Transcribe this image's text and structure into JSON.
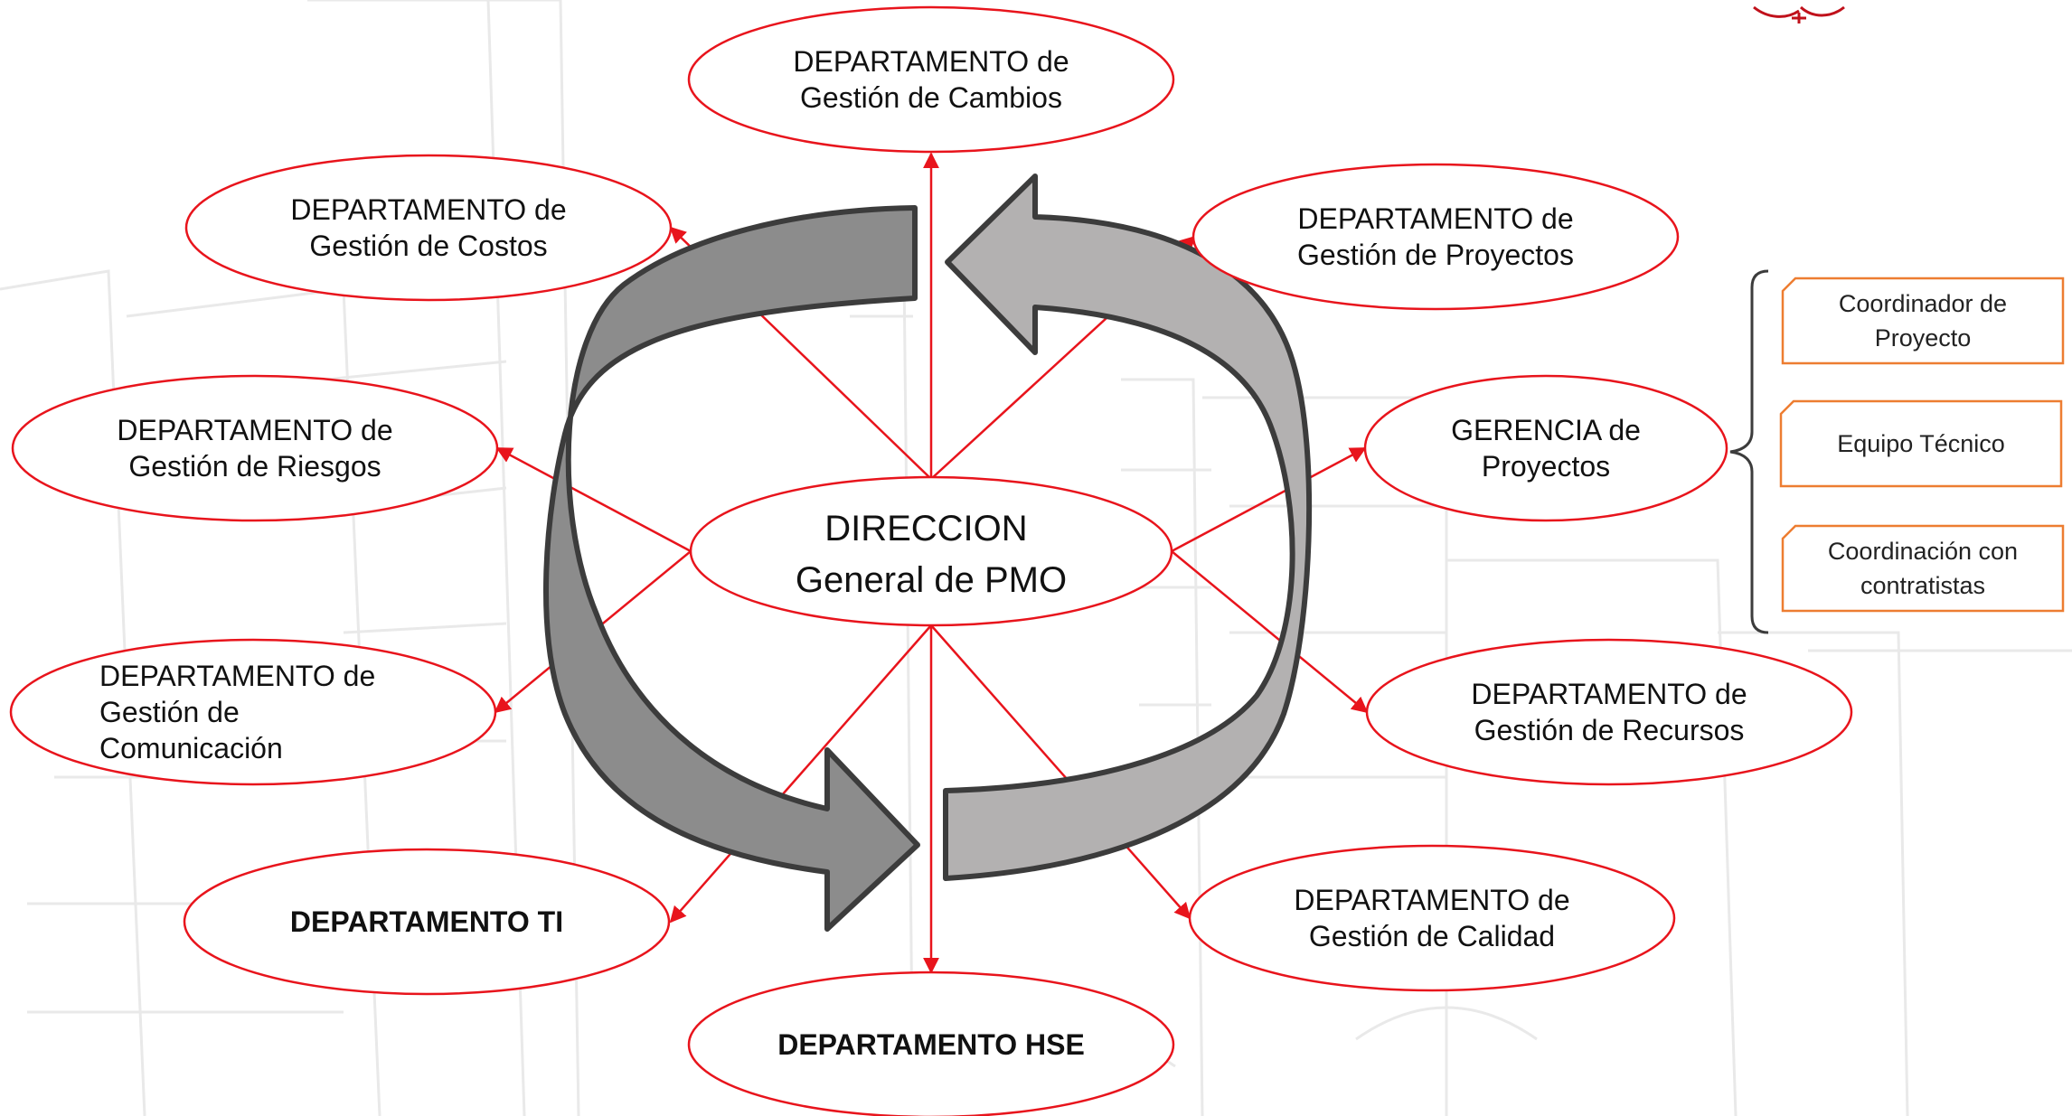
{
  "center": {
    "lines": [
      "DIRECCION",
      "General de PMO"
    ]
  },
  "departments": [
    {
      "id": "cambios",
      "lines": [
        "DEPARTAMENTO de",
        "Gestión de Cambios"
      ],
      "bold": false
    },
    {
      "id": "costos",
      "lines": [
        "DEPARTAMENTO de",
        "Gestión de Costos"
      ],
      "bold": false
    },
    {
      "id": "proyectos",
      "lines": [
        "DEPARTAMENTO de",
        "Gestión de Proyectos"
      ],
      "bold": false
    },
    {
      "id": "riesgos",
      "lines": [
        "DEPARTAMENTO de",
        "Gestión de Riesgos"
      ],
      "bold": false
    },
    {
      "id": "gerencia",
      "lines": [
        "GERENCIA de",
        "Proyectos"
      ],
      "bold": false
    },
    {
      "id": "comunicacion",
      "lines": [
        "DEPARTAMENTO de",
        "Gestión de",
        "Comunicación"
      ],
      "bold": false
    },
    {
      "id": "recursos",
      "lines": [
        "DEPARTAMENTO de",
        "Gestión de Recursos"
      ],
      "bold": false
    },
    {
      "id": "ti",
      "lines": [
        "DEPARTAMENTO TI"
      ],
      "bold": true
    },
    {
      "id": "calidad",
      "lines": [
        "DEPARTAMENTO de",
        "Gestión de Calidad"
      ],
      "bold": false
    },
    {
      "id": "hse",
      "lines": [
        "DEPARTAMENTO HSE"
      ],
      "bold": true
    }
  ],
  "gerencia_roles": [
    {
      "id": "coordinador",
      "lines": [
        "Coordinador de",
        "Proyecto"
      ]
    },
    {
      "id": "equipo",
      "lines": [
        "Equipo Técnico"
      ]
    },
    {
      "id": "contratistas",
      "lines": [
        "Coordinación con",
        "contratistas"
      ]
    }
  ],
  "colors": {
    "ellipse_stroke": "#e8141c",
    "connector": "#e8141c",
    "role_box_stroke": "#ed7d31",
    "arrow_dark_fill": "#8c8c8c",
    "arrow_light_fill": "#b3b1b1",
    "arrow_stroke": "#3c3c3c",
    "background_sketch": "#e9e9e9"
  },
  "icons": [
    "cycle-arrows-icon",
    "bracket-icon",
    "logo-seal-icon"
  ]
}
